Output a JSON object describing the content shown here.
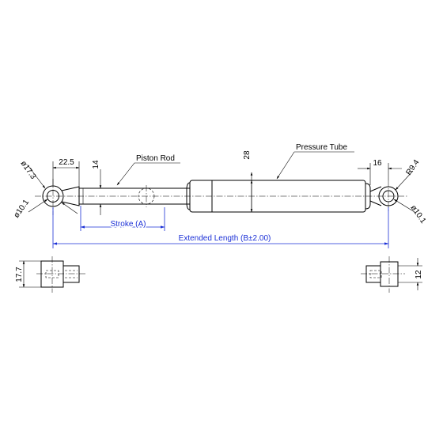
{
  "labels": {
    "piston_rod": "Piston Rod",
    "pressure_tube": "Pressure Tube",
    "stroke": "Stroke (A)",
    "extended_length": "Extended Length (B±2.00)"
  },
  "dimensions": {
    "left_eye_outer_dia": "ø17.3",
    "left_eye_inner_dia": "ø10.1",
    "left_eye_length": "22.5",
    "rod_dia": "14",
    "tube_dia": "28",
    "right_eye_length": "16",
    "right_eye_radius": "R9.4",
    "right_eye_inner_dia": "ø10.1",
    "left_side_height": "17.7",
    "right_side_width": "12"
  },
  "colors": {
    "line": "#000000",
    "dimension_blue": "#1a2fd6"
  }
}
